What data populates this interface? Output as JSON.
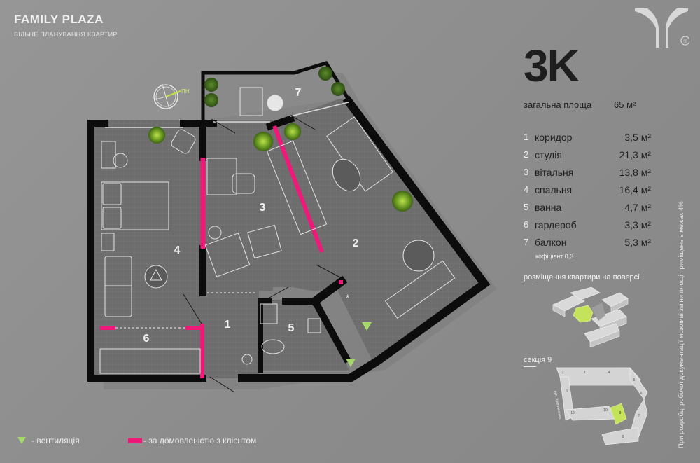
{
  "header": {
    "title": "FAMILY PLAZA",
    "subtitle": "ВІЛЬНЕ ПЛАНУВАННЯ КВАРТИР"
  },
  "logo": {
    "icon": "y-logo-icon",
    "registered": "®"
  },
  "apartment": {
    "type": "3K",
    "total_label": "загальна площа",
    "total_value": "65 м²"
  },
  "rooms": [
    {
      "num": "1",
      "name": "коридор",
      "area": "3,5 м²"
    },
    {
      "num": "2",
      "name": "студія",
      "area": "21,3 м²"
    },
    {
      "num": "3",
      "name": "вітальня",
      "area": "13,8 м²"
    },
    {
      "num": "4",
      "name": "спальня",
      "area": "16,4 м²"
    },
    {
      "num": "5",
      "name": "ванна",
      "area": "4,7 м²"
    },
    {
      "num": "6",
      "name": "гардероб",
      "area": "3,3 м²"
    },
    {
      "num": "7",
      "name": "балкон",
      "area": "5,3 м²"
    }
  ],
  "balcony_coef": "кофіцієнт 0,3",
  "floor_position": {
    "title": "розміщення квартири на поверсі"
  },
  "section": {
    "title": "секція 9",
    "street": "вул. Хриплинська",
    "blocks": [
      "1",
      "2",
      "3",
      "4",
      "5",
      "6",
      "7",
      "8",
      "9",
      "10",
      "12"
    ],
    "highlighted": "9"
  },
  "disclaimer": "При розробці робочої документації можливі зміни площі приміщень в межах 4%",
  "compass": {
    "label": "ПН"
  },
  "plan_labels": {
    "r1": "1",
    "r2": "2",
    "r3": "3",
    "r4": "4",
    "r5": "5",
    "r6": "6",
    "r7": "7"
  },
  "legend": {
    "ventilation": "- вентиляція",
    "by_agreement": "- за домовленістю з клієнтом"
  },
  "colors": {
    "accent_pink": "#f0197a",
    "ventilation_green": "#a6d86a",
    "highlight_green": "#c4e35a",
    "wall": "#0c0c0c",
    "floor": "#6f6f6f",
    "background": "#8f8f8f"
  }
}
